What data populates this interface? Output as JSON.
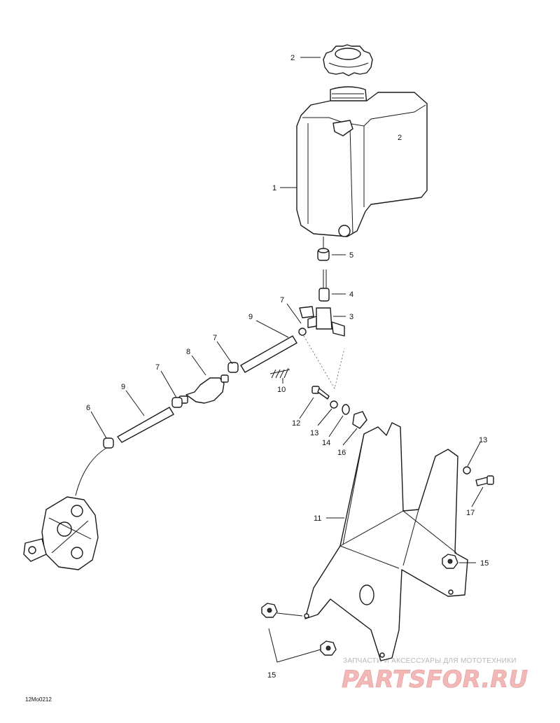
{
  "diagram": {
    "callouts": [
      {
        "id": "c1",
        "label": "1"
      },
      {
        "id": "c2",
        "label": "2"
      },
      {
        "id": "c3",
        "label": "3"
      },
      {
        "id": "c4",
        "label": "4"
      },
      {
        "id": "c5",
        "label": "5"
      },
      {
        "id": "c6",
        "label": "6"
      },
      {
        "id": "c7a",
        "label": "7"
      },
      {
        "id": "c7b",
        "label": "7"
      },
      {
        "id": "c7c",
        "label": "7"
      },
      {
        "id": "c8",
        "label": "8"
      },
      {
        "id": "c9a",
        "label": "9"
      },
      {
        "id": "c9b",
        "label": "9"
      },
      {
        "id": "c10",
        "label": "10"
      },
      {
        "id": "c11",
        "label": "11"
      },
      {
        "id": "c12",
        "label": "12"
      },
      {
        "id": "c13a",
        "label": "13"
      },
      {
        "id": "c13b",
        "label": "13"
      },
      {
        "id": "c14",
        "label": "14"
      },
      {
        "id": "c15a",
        "label": "15"
      },
      {
        "id": "c15b",
        "label": "15"
      },
      {
        "id": "c16",
        "label": "16"
      },
      {
        "id": "c17",
        "label": "17"
      }
    ],
    "drawing_code": "12Mo0212",
    "tank_mark": "2"
  },
  "watermark": {
    "tagline": "ЗАПЧАСТИ И АКСЕССУАРЫ ДЛЯ МОТОТЕХНИКИ",
    "brand": "PARTSFOR.RU"
  }
}
